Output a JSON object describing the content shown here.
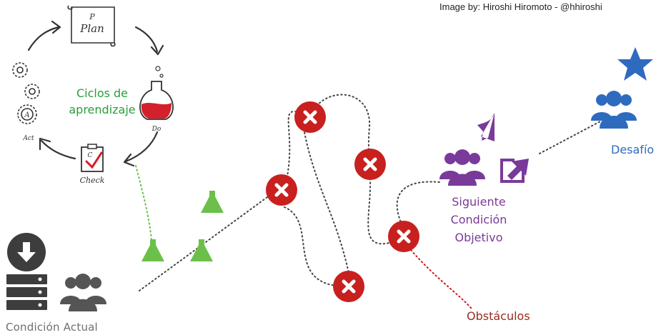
{
  "credit": "Image by: Hiroshi Hiromoto - @hhiroshi",
  "cycle": {
    "title": "Ciclos de\naprendizaje",
    "plan_letter": "P",
    "plan_label": "Plan",
    "do_label": "Do",
    "check_letter": "C",
    "check_label": "Check",
    "act_letter": "A",
    "act_label": "Act"
  },
  "current_condition": {
    "label": "Condición Actual"
  },
  "obstacles": {
    "label": "Obstáculos"
  },
  "next_target": {
    "label": "Siguiente\nCondición\nObjetivo"
  },
  "challenge": {
    "label": "Desafío"
  },
  "colors": {
    "green": "#2a9d3c",
    "flask_green": "#6cc04a",
    "obstacle_red": "#c8201f",
    "obstacle_text": "#9a2a1c",
    "purple": "#7a3a9a",
    "blue": "#2e6bbf",
    "dark_gray": "#3d3d3d",
    "mid_gray": "#555555"
  }
}
